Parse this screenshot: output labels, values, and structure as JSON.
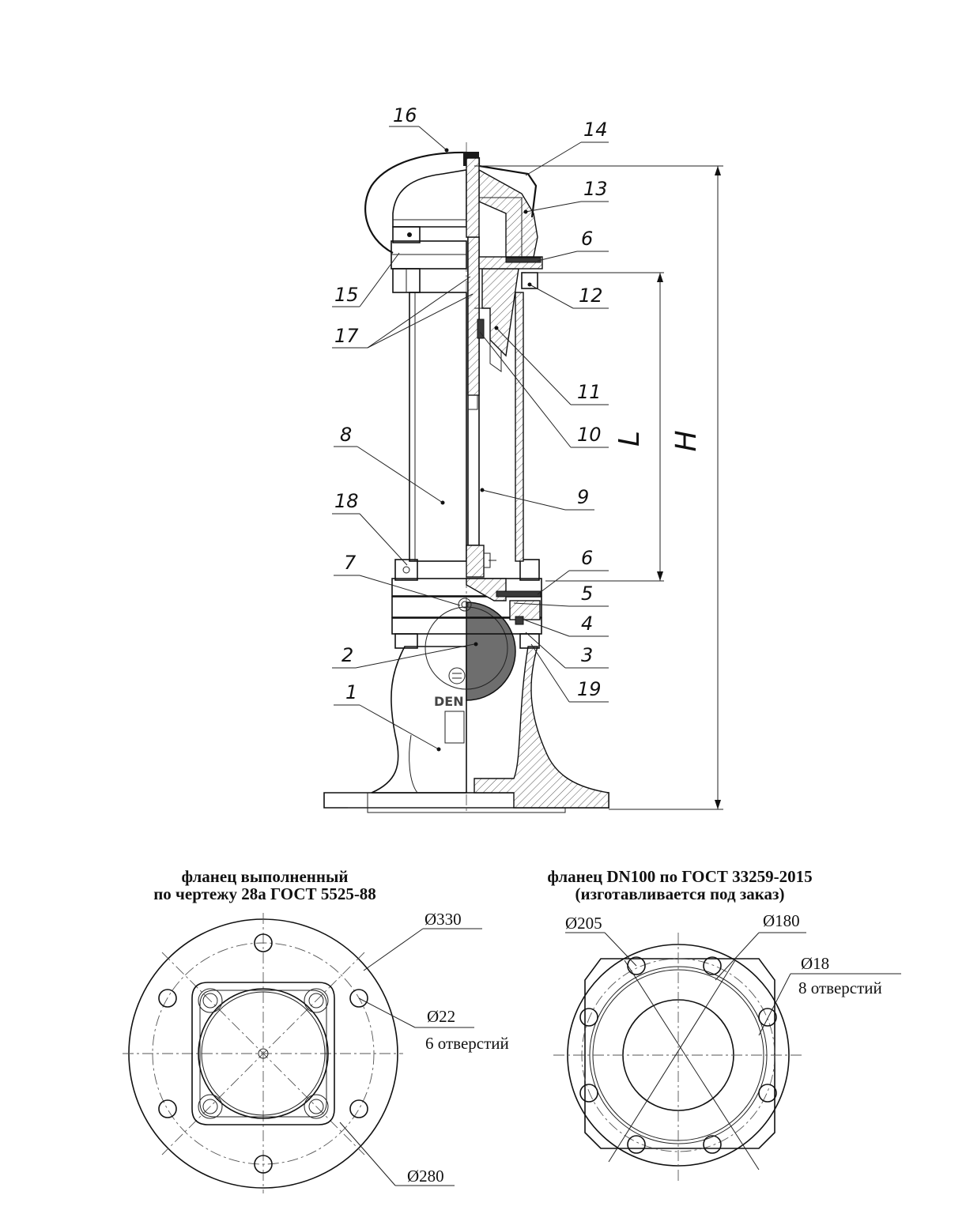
{
  "drawing": {
    "callouts": [
      {
        "id": "16",
        "label": "16"
      },
      {
        "id": "14",
        "label": "14"
      },
      {
        "id": "13",
        "label": "13"
      },
      {
        "id": "6a",
        "label": "6"
      },
      {
        "id": "15",
        "label": "15"
      },
      {
        "id": "12",
        "label": "12"
      },
      {
        "id": "17",
        "label": "17"
      },
      {
        "id": "11",
        "label": "11"
      },
      {
        "id": "10",
        "label": "10"
      },
      {
        "id": "8",
        "label": "8"
      },
      {
        "id": "9",
        "label": "9"
      },
      {
        "id": "18",
        "label": "18"
      },
      {
        "id": "6b",
        "label": "6"
      },
      {
        "id": "7",
        "label": "7"
      },
      {
        "id": "5",
        "label": "5"
      },
      {
        "id": "4",
        "label": "4"
      },
      {
        "id": "3",
        "label": "3"
      },
      {
        "id": "2",
        "label": "2"
      },
      {
        "id": "19",
        "label": "19"
      },
      {
        "id": "1",
        "label": "1"
      }
    ],
    "dimensions": {
      "L": "L",
      "H": "H"
    },
    "body_marking": "DEN"
  },
  "flange_left": {
    "title_line1": "фланец выполненный",
    "title_line2": "по чертежу 28а ГОСТ 5525-88",
    "outer_diameter": "Ø330",
    "bolt_circle": "Ø280",
    "hole_diameter": "Ø22",
    "hole_count": "6 отверстий"
  },
  "flange_right": {
    "title_line1": "фланец DN100 по ГОСТ 33259-2015",
    "title_line2": "(изготавливается под заказ)",
    "outer_diameter": "Ø205",
    "bolt_circle": "Ø180",
    "hole_diameter": "Ø18",
    "hole_count": "8 отверстий"
  }
}
